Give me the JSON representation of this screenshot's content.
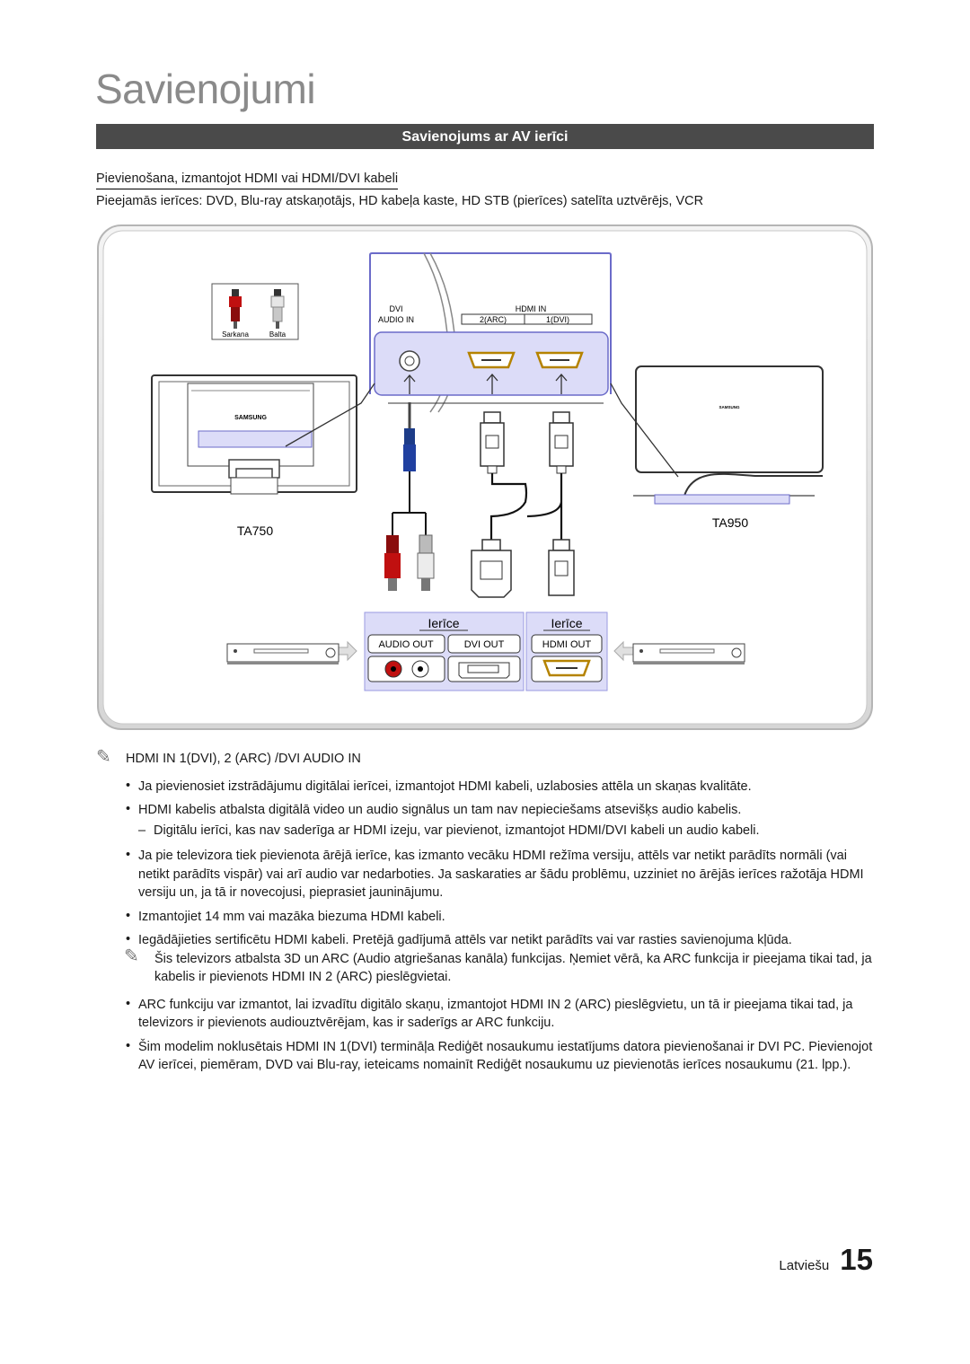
{
  "page": {
    "title": "Savienojumi"
  },
  "section": {
    "title": "Savienojums ar AV ierīci"
  },
  "subsection": {
    "heading": "Pievienošana, izmantojot HDMI vai HDMI/DVI kabeli",
    "devices": "Pieejamās ierīces: DVD, Blu-ray atskaņotājs, HD kabeļa kaste, HD STB (pierīces) satelīta uztvērējs, VCR"
  },
  "diagram": {
    "legend_red": "Sarkana",
    "legend_white": "Balta",
    "tv_panel": {
      "dvi_label": "DVI",
      "audio_in_label": "AUDIO IN",
      "hdmi_in_label": "HDMI IN",
      "port_2": "2(ARC)",
      "port_1": "1(DVI)"
    },
    "model_left": "TA750",
    "model_right": "TA950",
    "samsung_logo": "SAMSUNG",
    "device_panel_left": {
      "title": "Ierīce",
      "audio_out": "AUDIO OUT",
      "dvi_out": "DVI OUT"
    },
    "device_panel_right": {
      "title": "Ierīce",
      "hdmi_out": "HDMI OUT"
    },
    "icons": [
      "note-pencil-icon",
      "dvd-player-icon",
      "arrow-icon",
      "rca-plug-icon",
      "hdmi-plug-icon",
      "dvi-plug-icon",
      "jack-plug-icon"
    ]
  },
  "notes": {
    "header": "HDMI IN 1(DVI), 2 (ARC) /DVI AUDIO IN",
    "b1": "Ja pievienosiet izstrādājumu digitālai ierīcei, izmantojot HDMI kabeli, uzlabosies attēla un skaņas kvalitāte.",
    "b2": "HDMI kabelis atbalsta digitālā video un audio signālus un tam nav nepieciešams atsevišķs audio kabelis.",
    "b2_dash": "Digitālu ierīci, kas nav saderīga ar HDMI izeju, var pievienot, izmantojot HDMI/DVI kabeli un audio kabeli.",
    "b3": "Ja pie televizora tiek pievienota ārējā ierīce, kas izmanto vecāku HDMI režīma versiju, attēls var netikt parādīts normāli (vai netikt parādīts vispār) vai arī audio var nedarboties. Ja saskaraties ar šādu problēmu, uzziniet no ārējās ierīces ražotāja HDMI versiju un, ja tā ir novecojusi, pieprasiet jauninājumu.",
    "b4": "Izmantojiet 14 mm vai mazāka biezuma HDMI kabeli.",
    "b5": "Iegādājieties sertificētu HDMI kabeli. Pretējā gadījumā attēls var netikt parādīts vai var rasties savienojuma kļūda.",
    "sub_note_a": "Šis televizors atbalsta 3D un ARC (Audio atgriešanas kanāla) funkcijas. Ņemiet vērā, ka ARC funkcija ir pieejama tikai tad, ja kabelis ir pievienots ",
    "sub_note_b": "HDMI IN 2 (ARC)",
    "sub_note_c": " pieslēgvietai.",
    "b6_a": "ARC funkciju var izmantot, lai izvadītu digitālo skaņu, izmantojot ",
    "b6_b": "HDMI IN 2 (ARC)",
    "b6_c": " pieslēgvietu, un tā ir pieejama tikai tad, ja televizors ir pievienots audiouztvērējam, kas ir saderīgs ar ARC funkciju.",
    "b7_a": "Šim modelim noklusētais ",
    "b7_b": "HDMI IN 1(DVI)",
    "b7_c": " termināļa ",
    "b7_d": "Rediģēt nosaukumu",
    "b7_e": " iestatījums datora pievienošanai ir ",
    "b7_f": "DVI PC",
    "b7_g": ". Pievienojot AV ierīcei, piemēram, DVD vai Blu-ray, ieteicams nomainīt ",
    "b7_h": "Rediģēt nosaukumu",
    "b7_i": " uz pievienotās ierīces nosaukumu (21. lpp.)."
  },
  "footer": {
    "language": "Latviešu",
    "page_number": "15"
  },
  "colors": {
    "section_bar": "#4a4a4a",
    "panel_fill": "#dcdcf8",
    "panel_stroke": "#6b6bc9",
    "title_gray": "#8a8a8a"
  }
}
